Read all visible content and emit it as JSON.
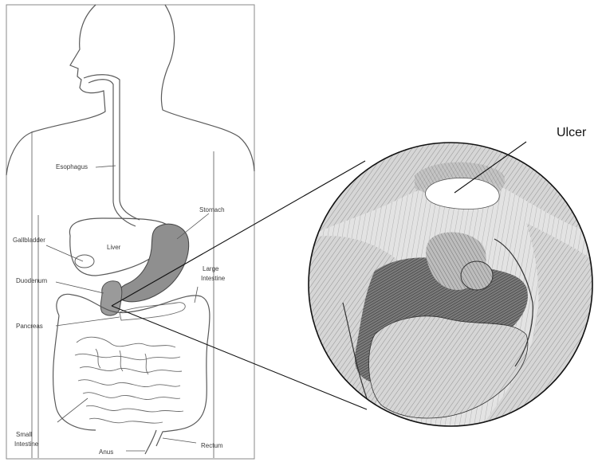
{
  "labels": {
    "esophagus": "Esophagus",
    "stomach": "Stomach",
    "gallbladder": "Gallbladder",
    "liver": "Liver",
    "duodenum": "Duodenum",
    "large_intestine_1": "Large",
    "large_intestine_2": "Intestine",
    "pancreas": "Pancreas",
    "small_intestine_1": "Small",
    "small_intestine_2": "Intestine",
    "rectum": "Rectum",
    "anus": "Anus",
    "ulcer": "Ulcer"
  },
  "colors": {
    "stomach_fill": "#8f8f8f",
    "duodenum_fill": "#9a9a9a",
    "ulcer_fill": "#ffffff"
  }
}
